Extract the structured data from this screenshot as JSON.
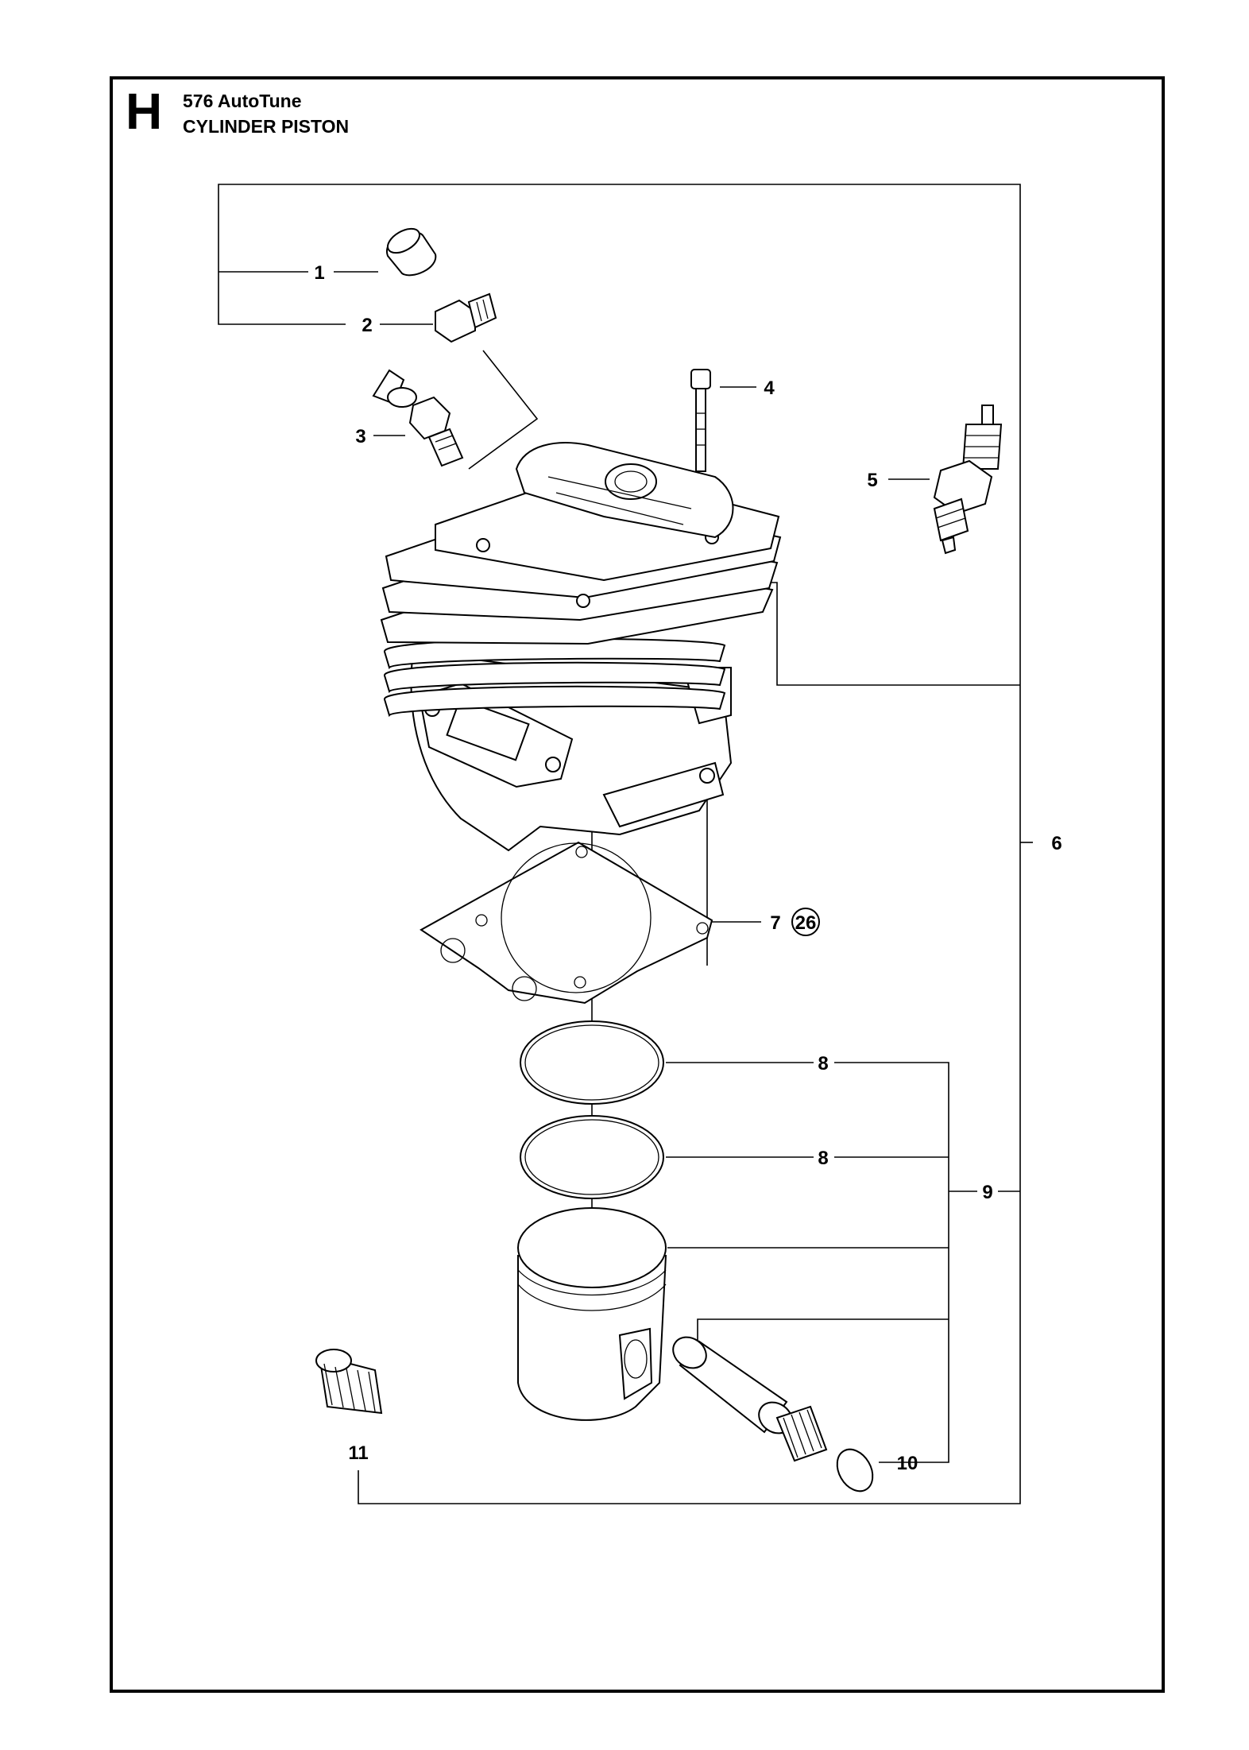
{
  "header": {
    "section_letter": "H",
    "model": "576 AutoTune",
    "title": "CYLINDER PISTON"
  },
  "callouts": [
    {
      "id": "c1",
      "text": "1"
    },
    {
      "id": "c2",
      "text": "2"
    },
    {
      "id": "c3",
      "text": "3"
    },
    {
      "id": "c4",
      "text": "4"
    },
    {
      "id": "c5",
      "text": "5"
    },
    {
      "id": "c6",
      "text": "6"
    },
    {
      "id": "c7",
      "text": "7"
    },
    {
      "id": "c7ref",
      "text": "26"
    },
    {
      "id": "c8a",
      "text": "8"
    },
    {
      "id": "c8b",
      "text": "8"
    },
    {
      "id": "c9",
      "text": "9"
    },
    {
      "id": "c10",
      "text": "10"
    },
    {
      "id": "c11",
      "text": "11"
    }
  ]
}
